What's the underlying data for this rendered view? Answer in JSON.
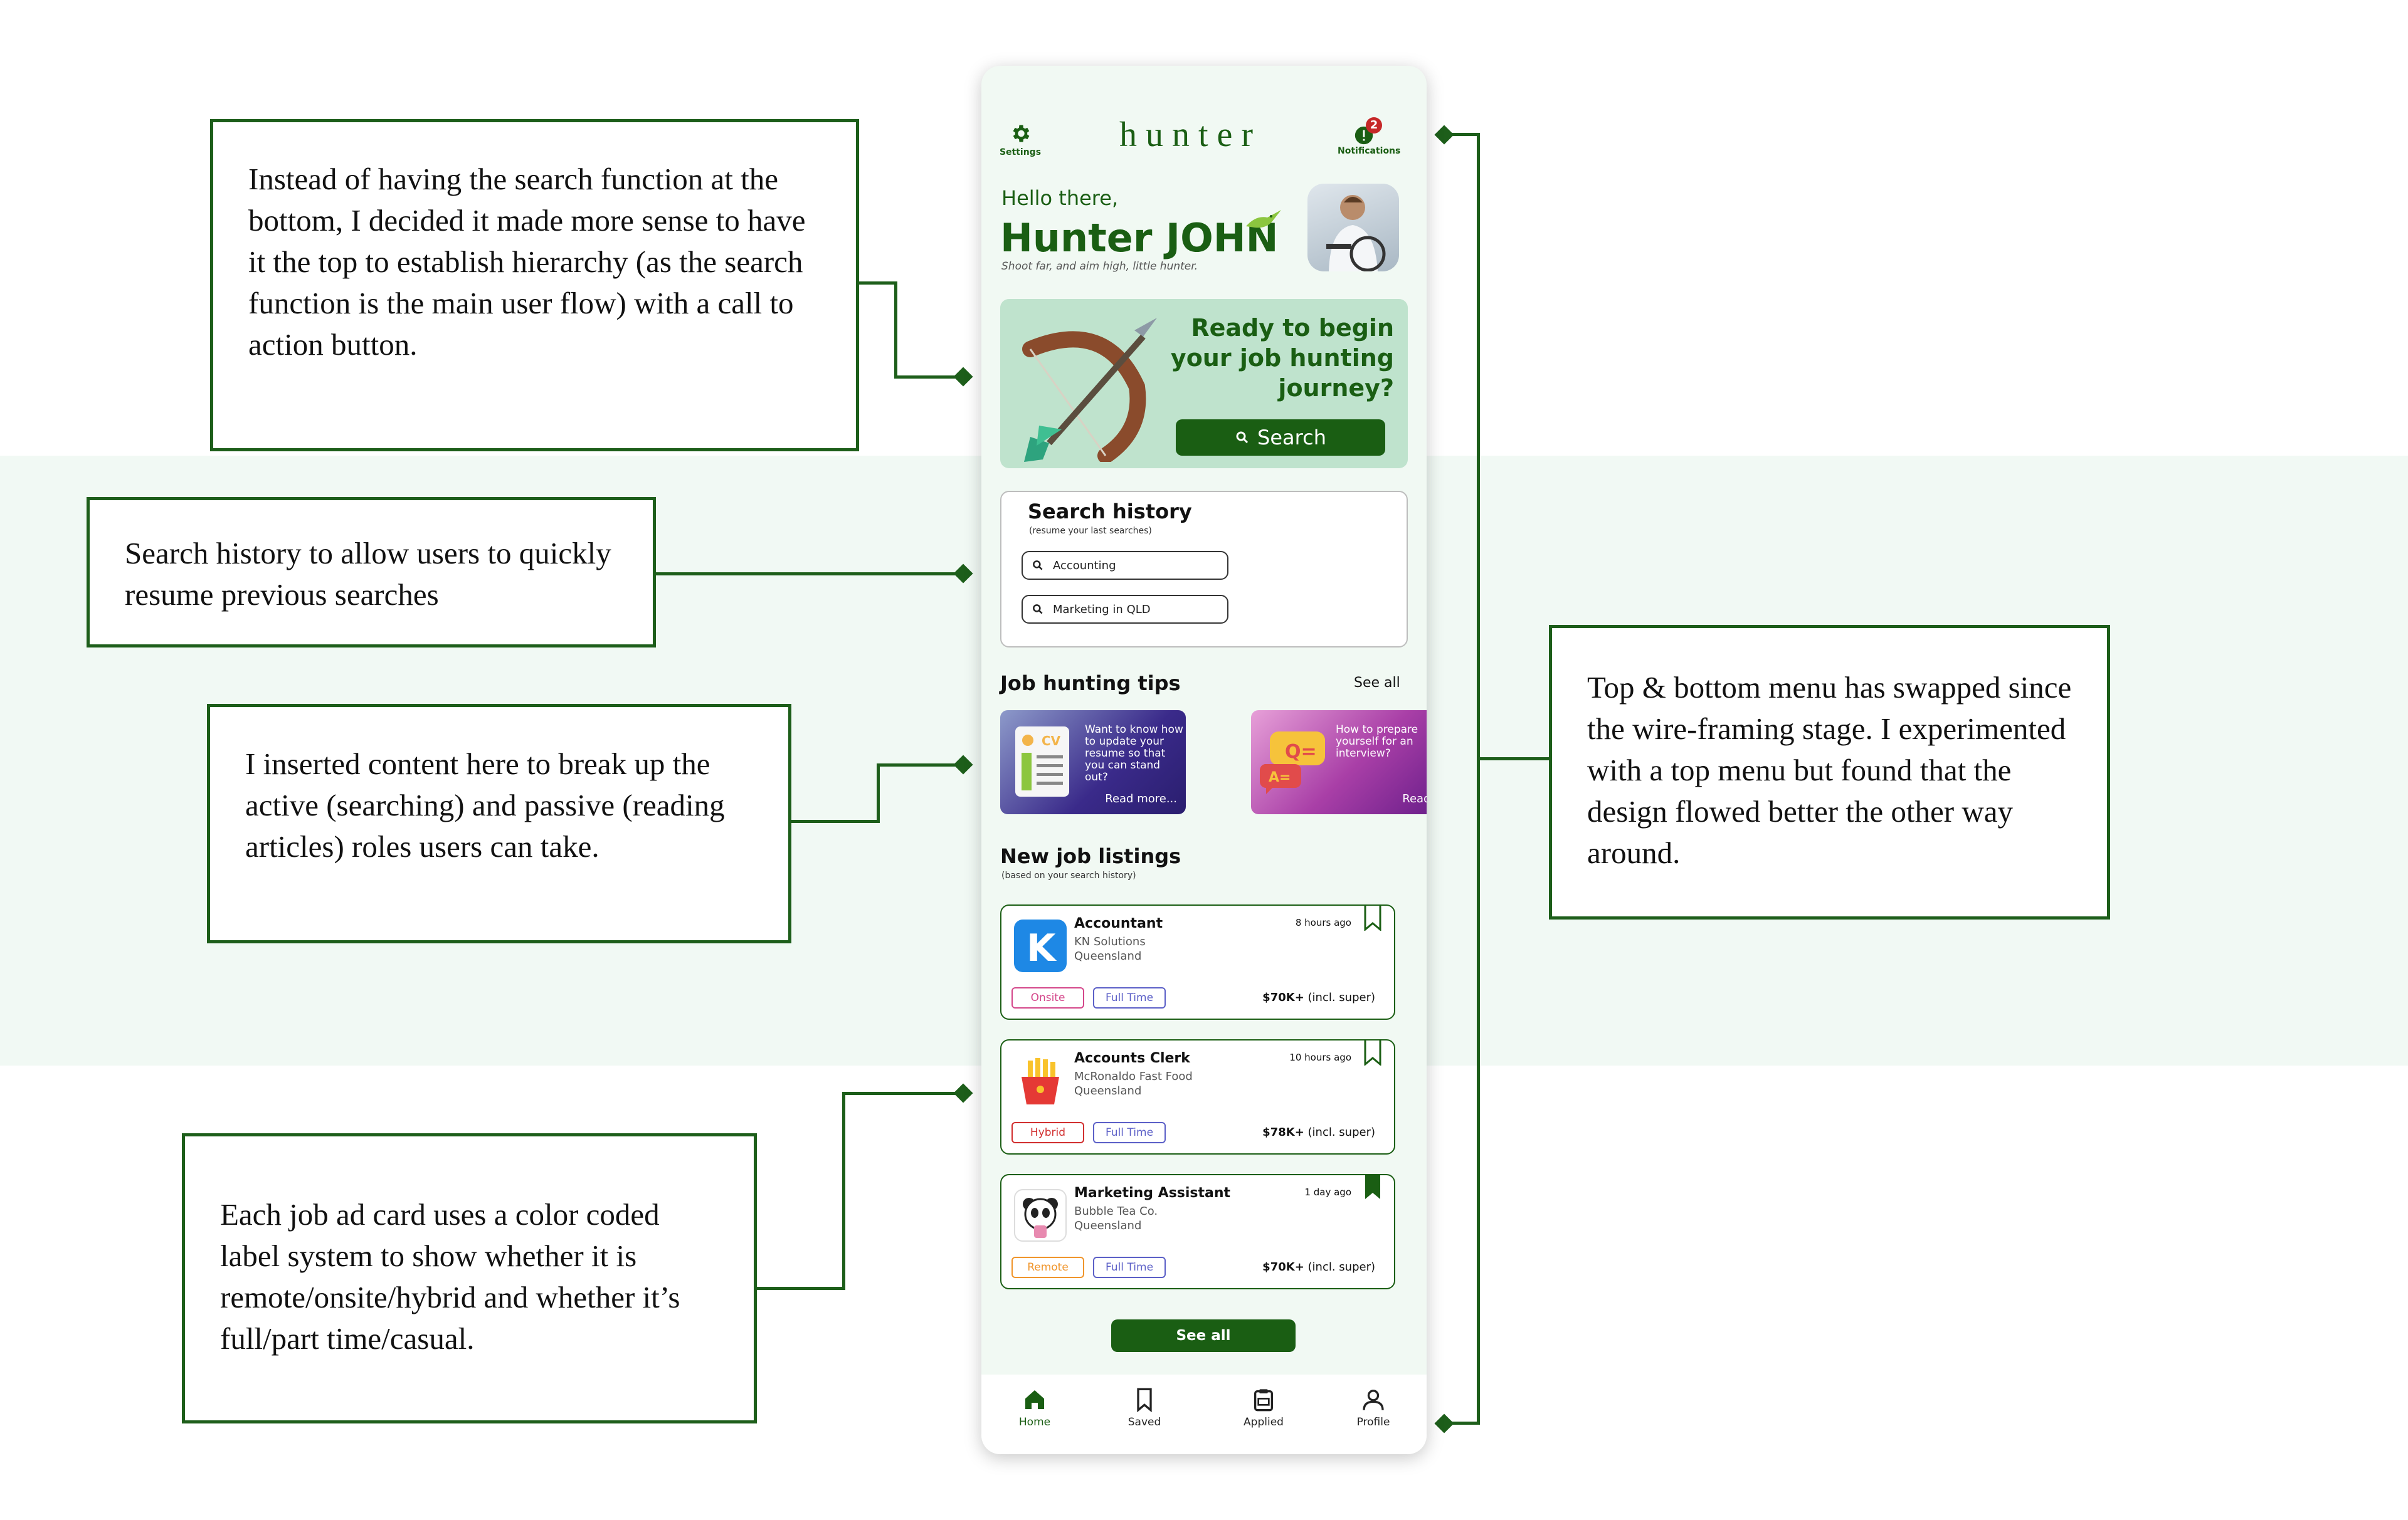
{
  "annotations": {
    "search_top": "Instead of having the search function at the bottom, I decided it made more sense to have it the top to establish hierarchy (as the search function is the main user flow) with a call to action button.",
    "search_history": "Search history to allow users to quickly resume previous searches",
    "content_breakup": "I inserted content here to break up the active (searching) and passive (reading articles) roles users can take.",
    "menus": "Top & bottom menu has swapped since the wire-framing stage. I experimented with a top menu but found that the design flowed better the other way around.",
    "job_cards": "Each job ad card uses a color coded label system to show whether it is remote/onsite/hybrid and whether it’s full/part time/casual."
  },
  "app": {
    "logo_text": "hunter",
    "settings_label": "Settings",
    "notifications_label": "Notifications",
    "notification_count": "2",
    "greeting": "Hello there,",
    "user_name": "Hunter JOHN",
    "tagline": "Shoot far, and aim high, little hunter.",
    "hero_text": "Ready to begin your job hunting journey?",
    "search_button": "Search",
    "search_history": {
      "title": "Search history",
      "subtitle": "(resume your last searches)",
      "items": [
        "Accounting",
        "Marketing in QLD"
      ]
    },
    "tips": {
      "title": "Job hunting tips",
      "see_all": "See all",
      "items": [
        {
          "text": "Want to know how to update your resume so that you can stand out?",
          "more": "Read more..."
        },
        {
          "text": "How to prepare yourself for an interview?",
          "more": "Read more..."
        }
      ]
    },
    "listings": {
      "title": "New job listings",
      "subtitle": "(based on your search history)",
      "items": [
        {
          "title": "Accountant",
          "company": "KN Solutions",
          "location": "Queensland",
          "time": "8 hours ago",
          "mode": "Onsite",
          "type": "Full Time",
          "pay_bold": "$70K+",
          "pay_note": "(incl. super)",
          "saved": false
        },
        {
          "title": "Accounts Clerk",
          "company": "McRonaldo Fast Food",
          "location": "Queensland",
          "time": "10 hours ago",
          "mode": "Hybrid",
          "type": "Full Time",
          "pay_bold": "$78K+",
          "pay_note": "(incl. super)",
          "saved": false
        },
        {
          "title": "Marketing Assistant",
          "company": "Bubble Tea Co.",
          "location": "Queensland",
          "time": "1 day ago",
          "mode": "Remote",
          "type": "Full Time",
          "pay_bold": "$70K+",
          "pay_note": "(incl. super)",
          "saved": true
        }
      ],
      "see_all": "See all"
    },
    "nav": [
      "Home",
      "Saved",
      "Applied",
      "Profile"
    ],
    "colors": {
      "brand_green": "#1a5e13",
      "onsite": "#d4468a",
      "hybrid": "#d12f2f",
      "remote": "#f0952b",
      "full_time": "#5b5fc7"
    }
  }
}
